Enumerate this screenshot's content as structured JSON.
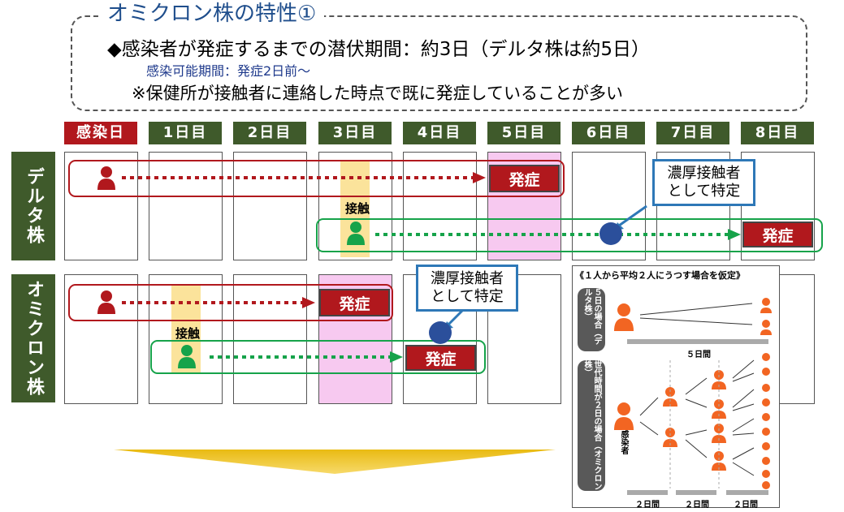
{
  "header": {
    "title": "オミクロン株の特性①",
    "line1": "◆感染者が発症するまでの潜伏期間：約3日（デルタ株は約5日）",
    "line2": "感染可能期間：発症2日前～",
    "line3": "※保健所が接触者に連絡した時点で既に発症していることが多い"
  },
  "days": [
    "感染日",
    "1日目",
    "2日目",
    "3日目",
    "4日目",
    "5日目",
    "6日目",
    "7日目",
    "8日目"
  ],
  "rows": {
    "delta": "デルタ株",
    "omicron": "オミクロン株"
  },
  "labels": {
    "onset": "発症",
    "contact": "接触",
    "close_contact": "濃厚接触者\nとして特定",
    "close_contact_l1": "濃厚接触者",
    "close_contact_l2": "として特定"
  },
  "inset": {
    "title": "《１人から平均２人にうつす場合を仮定》",
    "case5": "５日の場合（デルタ株）",
    "case2": "世代時間が２日の場合（オミクロン株）",
    "infected": "感染者",
    "span5": "５日間",
    "span2": "２日間"
  },
  "colors": {
    "red": "#b1181d",
    "green": "#16a34a",
    "olive": "#3f5a2b",
    "blue": "#2e78b7",
    "orange": "#f26522",
    "pink": "#f7c9f0",
    "yellow": "#fbe39b"
  }
}
